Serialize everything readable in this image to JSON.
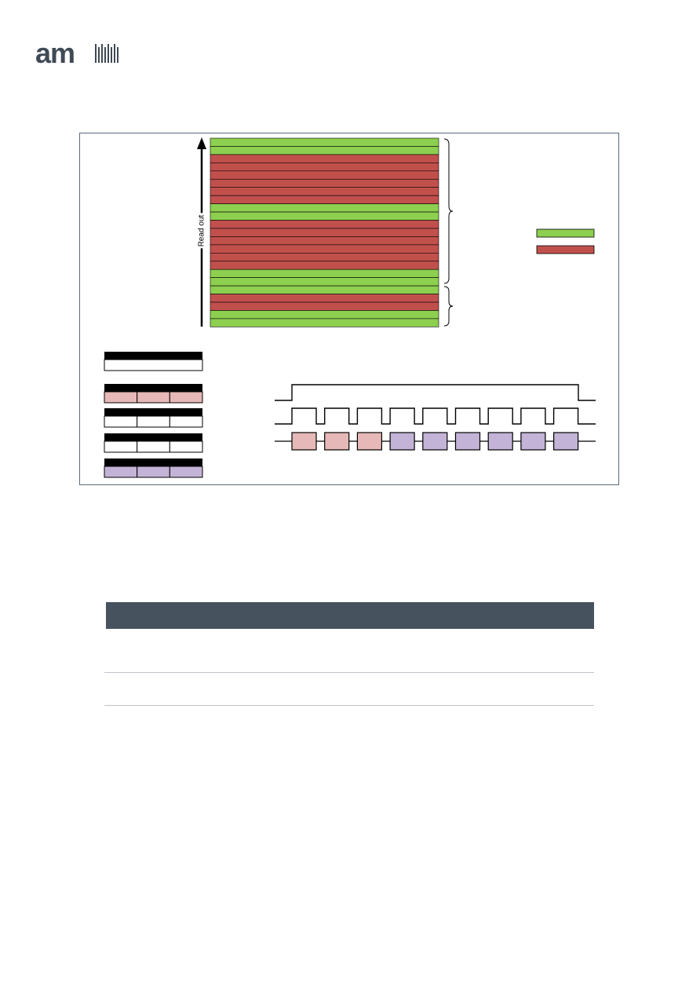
{
  "logo": {
    "text": "am"
  },
  "figure": {
    "readout_label": "Read out",
    "row_pattern": [
      "green",
      "green",
      "red",
      "red",
      "red",
      "red",
      "red",
      "red",
      "green",
      "green",
      "red",
      "red",
      "red",
      "red",
      "red",
      "red",
      "green",
      "green",
      "green",
      "red",
      "red",
      "green",
      "green"
    ],
    "colors": {
      "green": "#8dcf4f",
      "red": "#c1504d",
      "pink": "#e6b8b7",
      "lavender": "#c3b3d6",
      "black": "#000000",
      "frame": "#5a6a7a"
    },
    "legend": [
      "green",
      "red"
    ],
    "blocks": [
      {
        "cells": 1,
        "fill": "white"
      },
      {
        "cells": 3,
        "fill": "pink"
      },
      {
        "cells": 3,
        "fill": "white"
      },
      {
        "cells": 3,
        "fill": "white"
      },
      {
        "cells": 3,
        "fill": "lavender"
      }
    ],
    "timing": {
      "pulses": 9,
      "data_boxes": [
        "pink",
        "pink",
        "pink",
        "lavender",
        "lavender",
        "lavender",
        "lavender",
        "lavender",
        "lavender"
      ]
    }
  },
  "table": {
    "header_color": "#46535e",
    "rule_color": "#bfc4c9"
  }
}
